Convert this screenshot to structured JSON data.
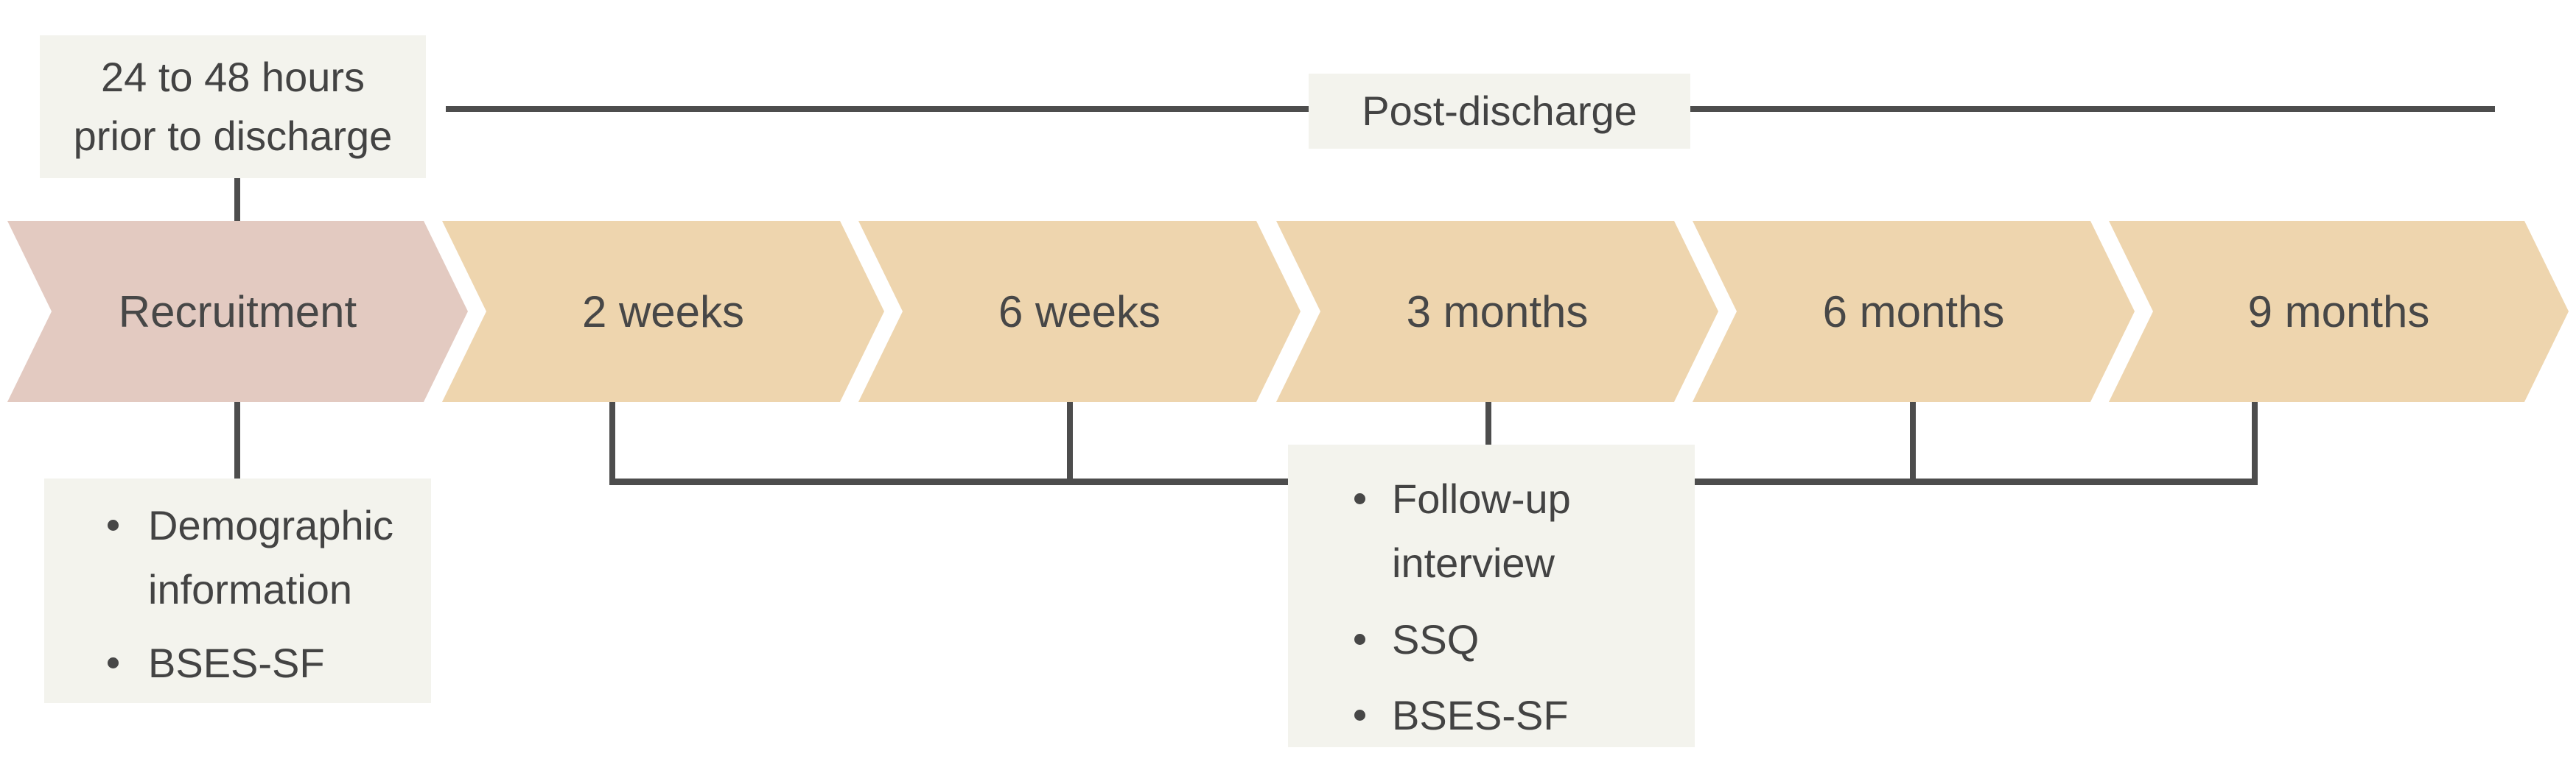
{
  "diagram": {
    "pre_discharge_note": {
      "line1": "24 to 48 hours",
      "line2": "prior to discharge"
    },
    "post_discharge_label": "Post-discharge",
    "stages": [
      {
        "label": "Recruitment"
      },
      {
        "label": "2 weeks"
      },
      {
        "label": "6 weeks"
      },
      {
        "label": "3 months"
      },
      {
        "label": "6 months"
      },
      {
        "label": "9 months"
      }
    ],
    "recruitment_measures": {
      "items": [
        "Demographic information",
        "BSES-SF"
      ]
    },
    "followup_measures": {
      "items": [
        "Follow-up interview",
        "SSQ",
        "BSES-SF"
      ]
    },
    "colors": {
      "recruitment_fill": "#e3cac1",
      "stage_fill": "#eed5ae",
      "note_background": "#f3f3ed",
      "line": "#4d4d4d",
      "text": "#434343"
    }
  }
}
